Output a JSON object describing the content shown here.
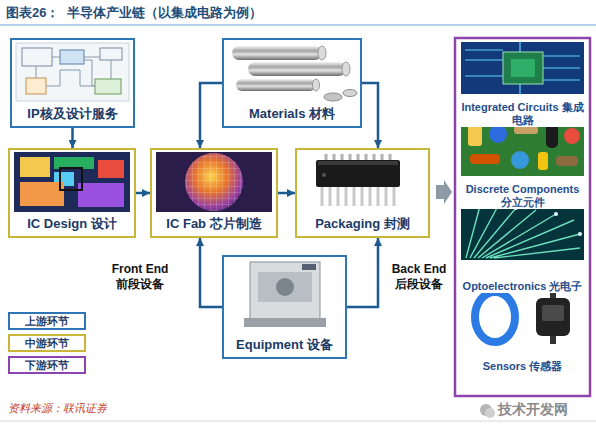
{
  "diagram": {
    "title": "图表26：  半导体产业链（以集成电路为例）",
    "caption": "资料来源：联讯证券",
    "nodes": [
      {
        "text": [
          "IP核及设计服务"
        ]
      },
      {
        "text": [
          "Materials 材料"
        ]
      },
      {
        "text": [
          "IC Design 设计"
        ]
      },
      {
        "text": [
          "IC Fab 芯片制造"
        ]
      },
      {
        "text": [
          "Packaging 封测"
        ]
      },
      {
        "text": [
          "Equipment 设备"
        ]
      },
      {
        "text": [
          "Integrated Circuits 集成电路"
        ]
      },
      {
        "text": [
          "Discrete Components 分立元件"
        ]
      },
      {
        "text": [
          "Optoelectronics 光电子"
        ]
      },
      {
        "text": [
          "Sensors 传感器"
        ]
      }
    ],
    "edges": [
      {
        "from": 0,
        "to": 2,
        "arrow": "to"
      },
      {
        "from": 2,
        "to": 3,
        "arrow": "to"
      },
      {
        "from": 1,
        "to": 3,
        "arrow": "to"
      },
      {
        "from": 1,
        "to": 4,
        "arrow": "to"
      },
      {
        "from": 3,
        "to": 4,
        "arrow": "to"
      },
      {
        "from": 5,
        "to": 3,
        "arrow": "to"
      },
      {
        "from": 5,
        "to": 4,
        "arrow": "to"
      }
    ],
    "labels": [
      "Front End 前段设备",
      "Back End 后段设备",
      "技术开发网"
    ],
    "legend": [
      {
        "text": "上游环节",
        "color": "#2e75b6"
      },
      {
        "text": "中游环节",
        "color": "#c9b53a"
      },
      {
        "text": "下游环节",
        "color": "#8e44ad"
      }
    ]
  }
}
